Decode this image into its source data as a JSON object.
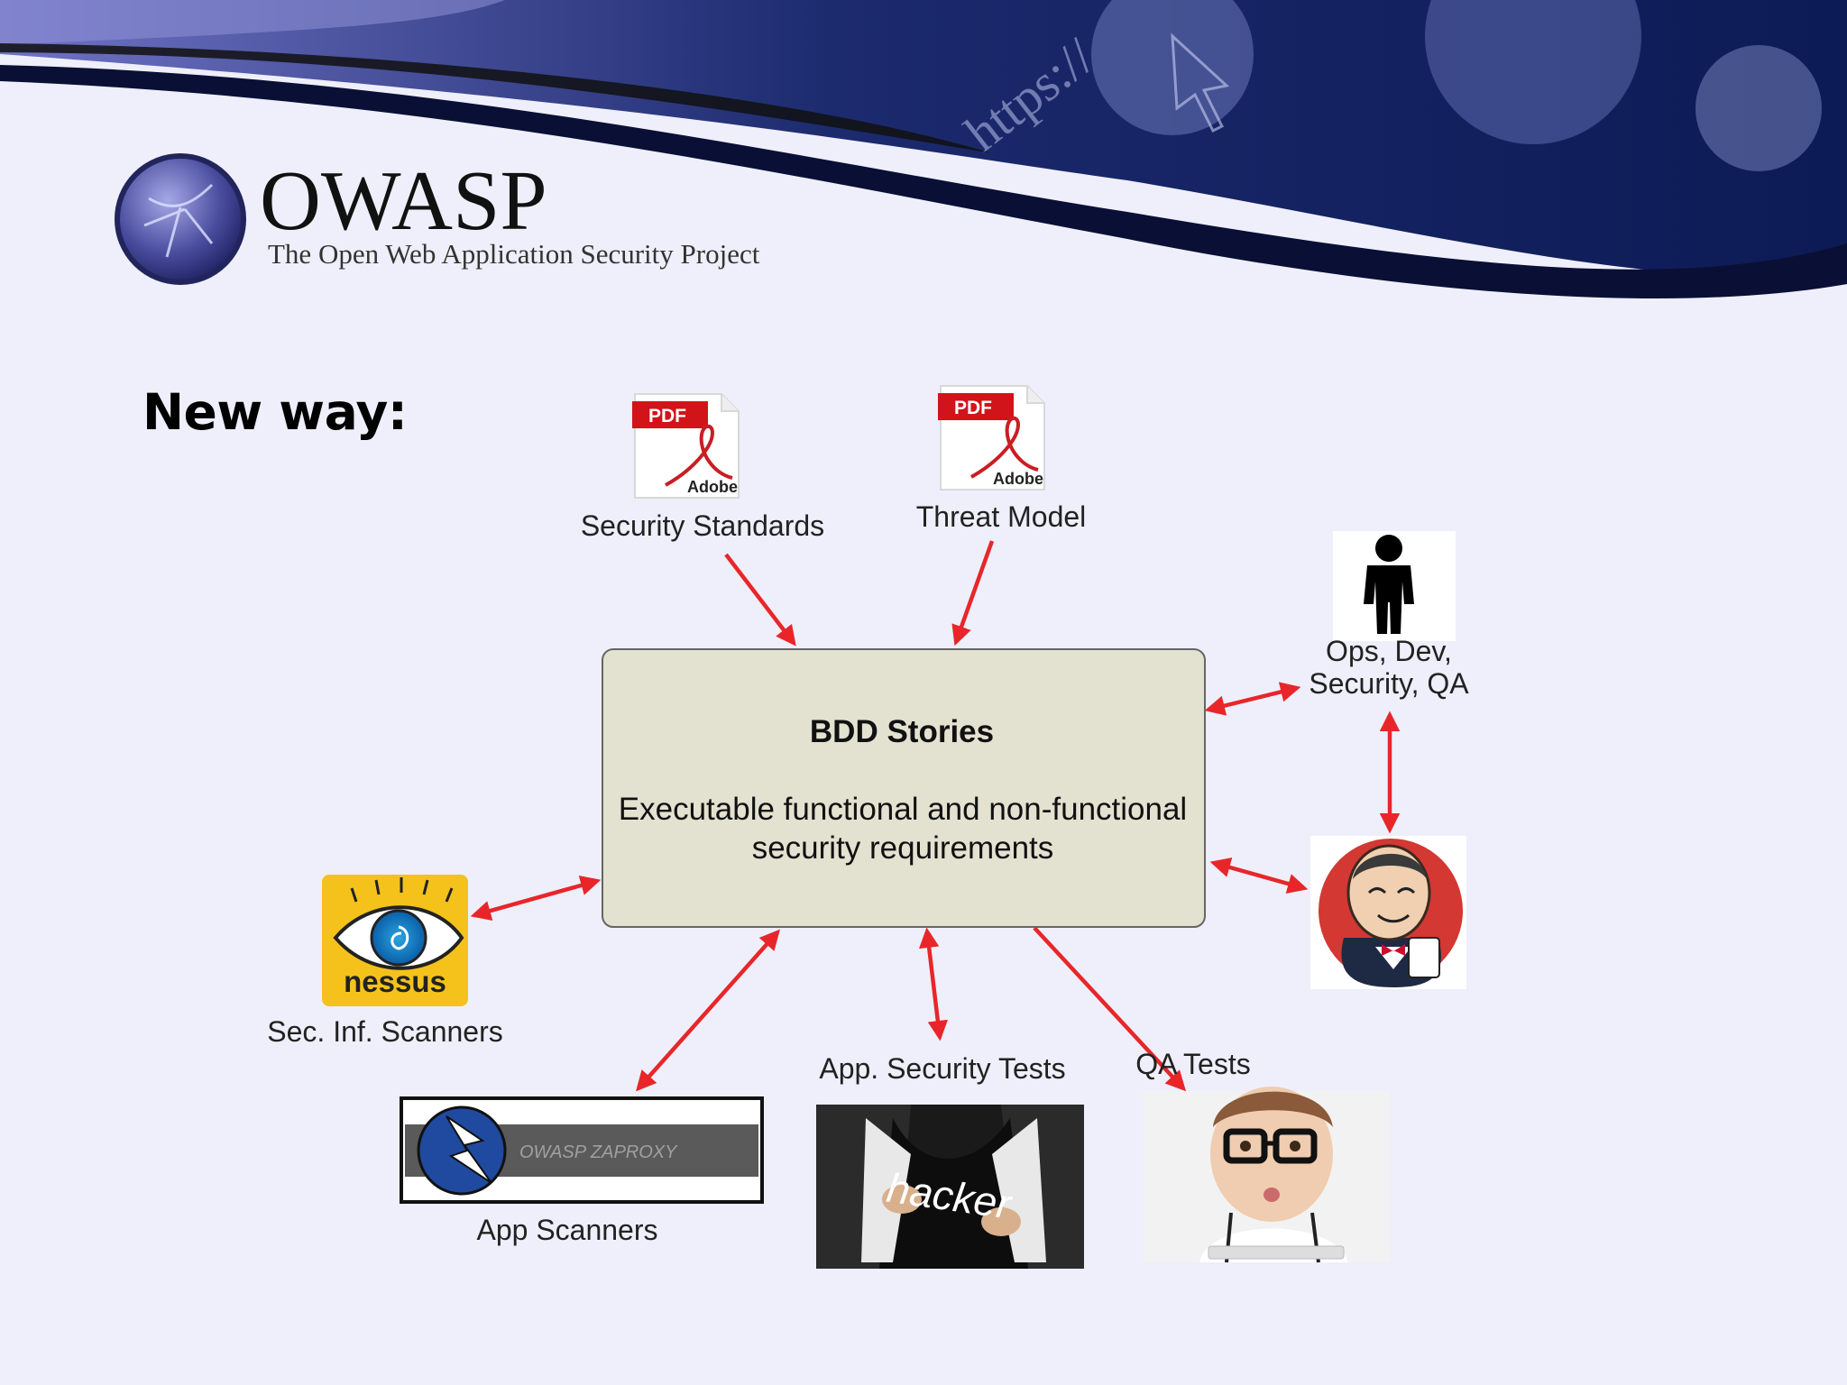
{
  "header": {
    "logo_title": "OWASP",
    "logo_subtitle": "The Open Web Application Security Project",
    "banner_text": "https://"
  },
  "slide_title": "New way:",
  "center_box": {
    "title": "BDD Stories",
    "line1": "Executable functional and non-functional",
    "line2": "security requirements"
  },
  "nodes": {
    "security_standards": {
      "label": "Security Standards",
      "icon_text": "PDF",
      "brand": "Adobe"
    },
    "threat_model": {
      "label": "Threat Model",
      "icon_text": "PDF",
      "brand": "Adobe"
    },
    "people": {
      "line1": "Ops, Dev,",
      "line2": "Security, QA"
    },
    "ci_server": {
      "label": ""
    },
    "sec_inf_scanners": {
      "label": "Sec. Inf. Scanners",
      "logo_text": "nessus"
    },
    "app_scanners": {
      "label": "App Scanners",
      "logo_text": "OWASP ZAPROXY"
    },
    "app_security_tests": {
      "label": "App. Security Tests",
      "image_text": "hacker"
    },
    "qa_tests": {
      "label": "QA Tests"
    }
  },
  "colors": {
    "arrow": "#e8262a",
    "box_fill": "#e3e2d1",
    "background": "#eeeffa",
    "banner_dark": "#2a2f68",
    "banner_light": "#6c6db8"
  }
}
